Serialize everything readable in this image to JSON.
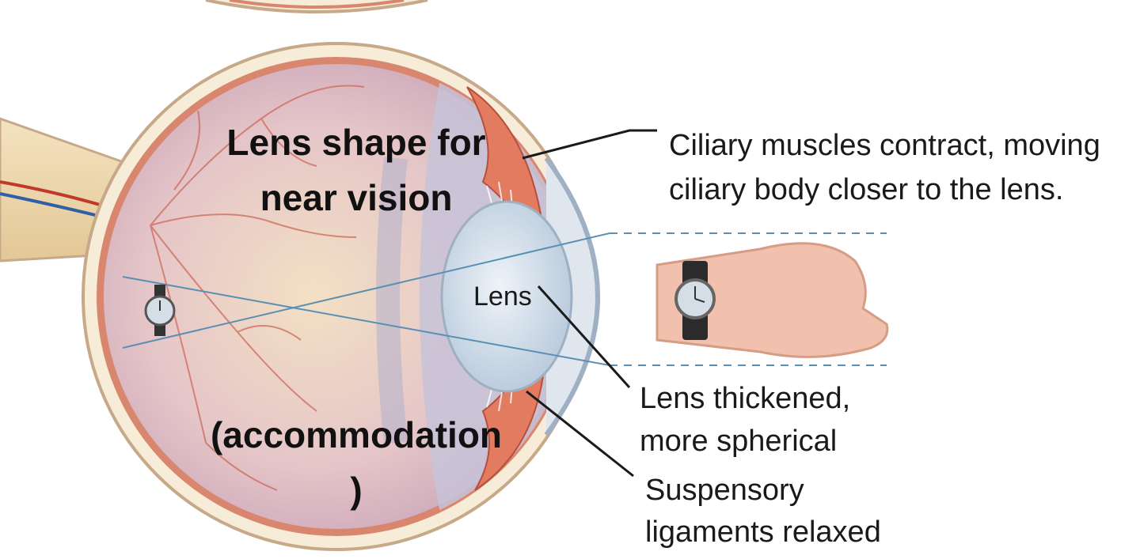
{
  "title": {
    "line1": "Lens shape for",
    "line2": "near vision",
    "line3": "(accommodation",
    "line4": ")"
  },
  "labels": {
    "ciliary": {
      "line1": "Ciliary muscles contract, moving",
      "line2": "ciliary body closer to the lens."
    },
    "lens": "Lens",
    "lens_thickened": {
      "line1": "Lens thickened,",
      "line2": "more spherical"
    },
    "suspensory": {
      "line1": "Suspensory",
      "line2": "ligaments relaxed"
    }
  },
  "colors": {
    "sclera": "#f6ecd8",
    "choroid": "#d9866f",
    "vitreous": "#e6c8cf",
    "lens": "#c9d8e6",
    "ciliary": "#e27b5f",
    "light_ray": "#5a8fb4",
    "skin": "#f2c1ad"
  }
}
